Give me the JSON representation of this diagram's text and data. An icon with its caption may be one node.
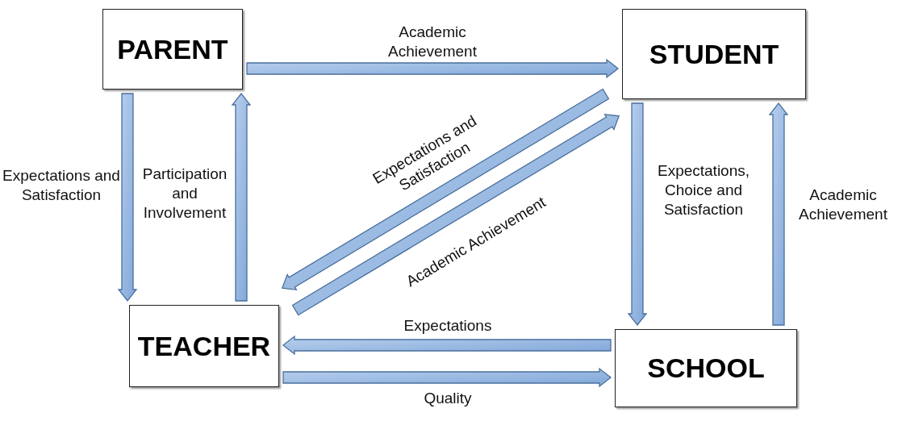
{
  "diagram": {
    "nodes": [
      {
        "text": [
          "PARENT"
        ]
      },
      {
        "text": [
          "STUDENT"
        ]
      },
      {
        "text": [
          "TEACHER"
        ]
      },
      {
        "text": [
          "SCHOOL"
        ]
      }
    ],
    "edges": [
      {
        "from": 0,
        "to": 1,
        "arrow": "to",
        "label": "Academic Achievement"
      },
      {
        "from": 0,
        "to": 2,
        "arrow": "to",
        "label": "Expectations and Satisfaction"
      },
      {
        "from": 2,
        "to": 0,
        "arrow": "to",
        "label": "Participation and Involvement"
      },
      {
        "from": 1,
        "to": 2,
        "arrow": "to",
        "label": "Expectations and Satisfaction"
      },
      {
        "from": 2,
        "to": 1,
        "arrow": "to",
        "label": "Academic Achievement"
      },
      {
        "from": 1,
        "to": 3,
        "arrow": "to",
        "label": "Expectations, Choice and Satisfaction"
      },
      {
        "from": 3,
        "to": 1,
        "arrow": "to",
        "label": "Academic Achievement"
      },
      {
        "from": 3,
        "to": 2,
        "arrow": "to",
        "label": "Expectations"
      },
      {
        "from": 2,
        "to": 3,
        "arrow": "to",
        "label": "Quality"
      }
    ]
  }
}
